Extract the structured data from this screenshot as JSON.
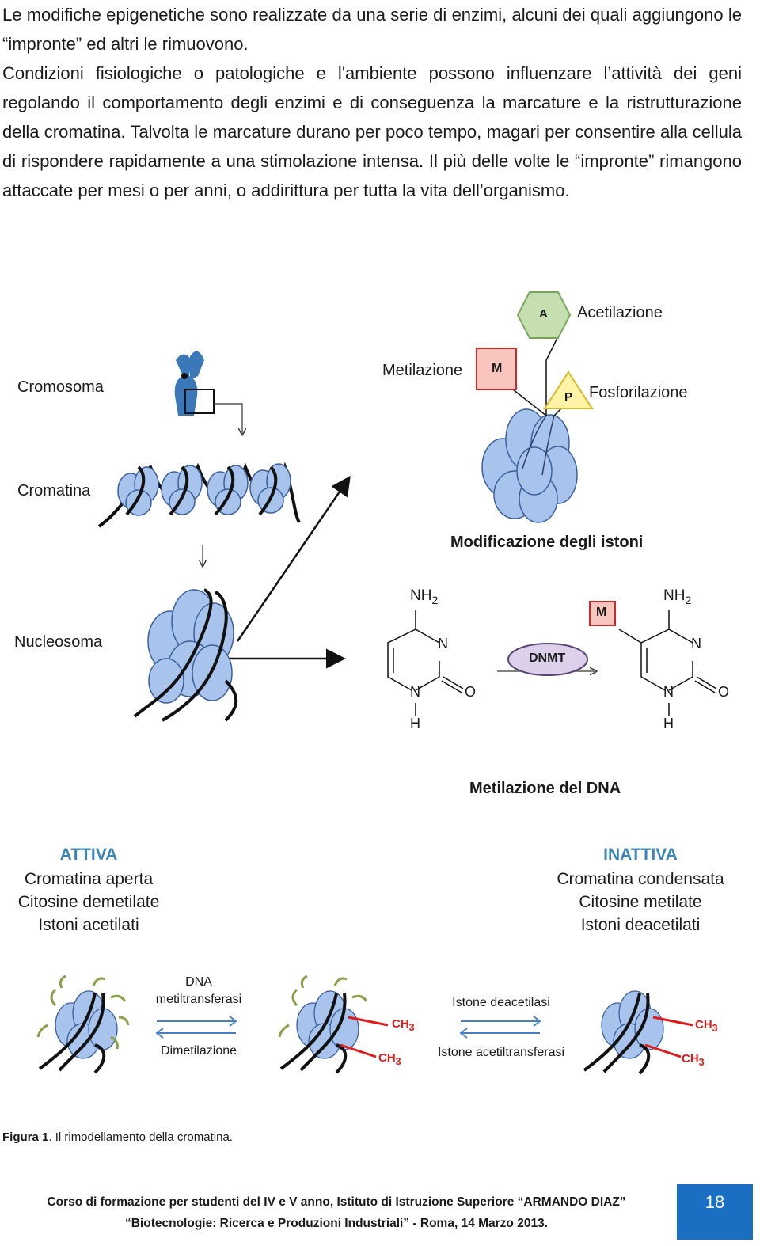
{
  "paragraph": {
    "line1": "Le modifiche epigenetiche sono realizzate da una serie di enzimi, alcuni dei quali aggiungono le “impronte” ed altri le rimuovono.",
    "line2": "Condizioni fisiologiche o patologiche e l'ambiente possono influenzare l’attività dei geni regolando il comportamento degli enzimi e di conseguenza la marcature e la ristrutturazione della cromatina. Talvolta le marcature durano per poco tempo, magari per consentire alla cellula di rispondere rapidamente a una stimolazione intensa. Il più delle volte le “impronte” rimangono attaccate per mesi o per anni, o addirittura per tutta la vita dell’organismo."
  },
  "figure": {
    "labels": {
      "cromosoma": "Cromosoma",
      "cromatina": "Cromatina",
      "nucleosoma": "Nucleosoma",
      "metilazione": "Metilazione",
      "acetilazione": "Acetilazione",
      "fosforilazione": "Fosforilazione",
      "mod_istoni": "Modificazione degli istoni",
      "metil_dna": "Metilazione del DNA"
    },
    "marks": {
      "a": "A",
      "m": "M",
      "p": "P",
      "m2": "M",
      "dnmt": "DNMT"
    },
    "chem": {
      "nh2": "NH2",
      "n": "N",
      "o": "O",
      "h": "H",
      "ch3": "CH3"
    },
    "states": {
      "attiva": {
        "title": "ATTIVA",
        "l1": "Cromatina aperta",
        "l2": "Citosine demetilate",
        "l3": "Istoni acetilati"
      },
      "inattiva": {
        "title": "INATTIVA",
        "l1": "Cromatina condensata",
        "l2": "Citosine metilate",
        "l3": "Istoni deacetilati"
      }
    },
    "arrows": {
      "dna_met_1": "DNA",
      "dna_met_2": "metiltransferasi",
      "demet": "Dimetilazione",
      "deacet": "Istone deacetilasi",
      "acettrans": "Istone acetiltransferasi"
    },
    "colors": {
      "histone": "#a9c4ec",
      "accent_blue": "#3a86b8",
      "red": "#e01b1b",
      "green": "#8aa04a"
    }
  },
  "caption": {
    "label": "Figura 1",
    "text": ". Il rimodellamento della cromatina."
  },
  "footer": {
    "line1": "Corso di formazione per studenti del IV e V anno, Istituto di Istruzione Superiore “ARMANDO DIAZ”",
    "line2": "“Biotecnologie: Ricerca e Produzioni Industriali” - Roma, 14 Marzo 2013.",
    "page": "18"
  }
}
